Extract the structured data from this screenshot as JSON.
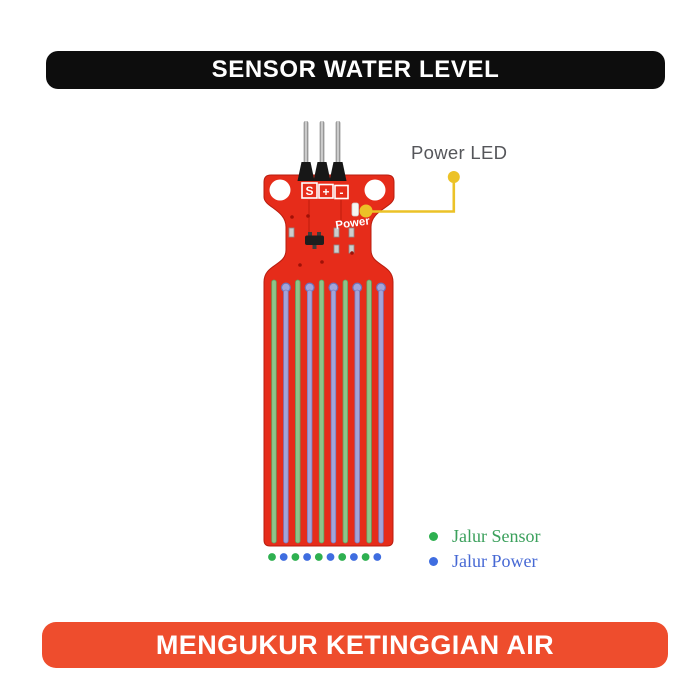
{
  "header_banner": {
    "label": "SENSOR WATER LEVEL"
  },
  "footer_banner": {
    "label": "MENGUKUR KETINGGIAN AIR"
  },
  "callout": {
    "label": "Power LED"
  },
  "board": {
    "pin_labels": [
      "S",
      "+",
      "-"
    ],
    "silkscreen_label": "Power",
    "trace_pattern": [
      "sensor",
      "power",
      "sensor",
      "power",
      "sensor",
      "power",
      "sensor",
      "power",
      "sensor",
      "power"
    ],
    "dot_pattern": [
      "sensor",
      "power",
      "sensor",
      "power",
      "sensor",
      "power",
      "sensor",
      "power",
      "sensor",
      "power"
    ]
  },
  "legend": {
    "items": [
      {
        "label": "Jalur Sensor",
        "key": "sensor"
      },
      {
        "label": "Jalur Power",
        "key": "power"
      }
    ]
  },
  "colors": {
    "banner_black": "#0d0d0d",
    "banner_orange": "#ee4d2d",
    "board_red": "#e62c1a",
    "sensor_trace": "#8ec489",
    "power_trace": "#a2a4d9",
    "sensor_dot": "#2eb050",
    "power_dot": "#3f6de0",
    "legend_sensor_text": "#3ba05c",
    "legend_power_text": "#4668d4",
    "callout_yellow": "#ecc227"
  }
}
